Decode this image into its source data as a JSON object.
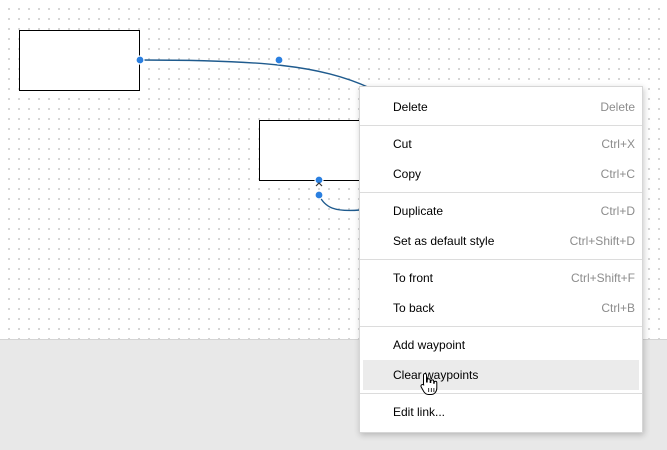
{
  "menu": {
    "groups": [
      [
        {
          "label": "Delete",
          "shortcut": "Delete"
        }
      ],
      [
        {
          "label": "Cut",
          "shortcut": "Ctrl+X"
        },
        {
          "label": "Copy",
          "shortcut": "Ctrl+C"
        }
      ],
      [
        {
          "label": "Duplicate",
          "shortcut": "Ctrl+D"
        },
        {
          "label": "Set as default style",
          "shortcut": "Ctrl+Shift+D"
        }
      ],
      [
        {
          "label": "To front",
          "shortcut": "Ctrl+Shift+F"
        },
        {
          "label": "To back",
          "shortcut": "Ctrl+B"
        }
      ],
      [
        {
          "label": "Add waypoint",
          "shortcut": ""
        },
        {
          "label": "Clear waypoints",
          "shortcut": ""
        }
      ],
      [
        {
          "label": "Edit link...",
          "shortcut": ""
        }
      ]
    ]
  },
  "colors": {
    "connector": "#1f5b8e",
    "handle": "#2a7fe0",
    "hover_background": "#ebebeb"
  },
  "icons": {
    "cursor": "hand-pointer-icon",
    "handle": "waypoint-handle-icon"
  }
}
